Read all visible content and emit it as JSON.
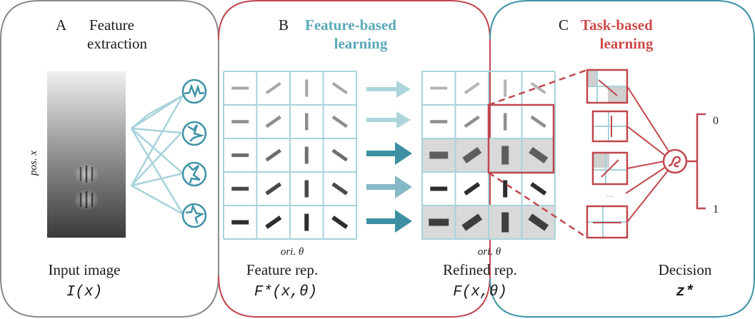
{
  "colors": {
    "panel_a_border": "#8a8a8a",
    "panel_b_border": "#c0474e",
    "panel_c_border": "#3f93a6",
    "grid_teal": "#a8d3da",
    "feature_title_teal": "#5aa9b8",
    "task_title_red": "#d04a4a",
    "red_lines": "#c0474e",
    "circle_teal": "#3f93a6",
    "arrow_dark": "#3d8fa3",
    "arrow_mid": "#86b9c7",
    "arrow_light": "#acd6dc",
    "highlight_gray": "#d9d9d9"
  },
  "panel_a": {
    "letter": "A",
    "title_line1": "Feature",
    "title_line2": "extraction",
    "axis_label": "pos. x",
    "caption": "Input image",
    "formula": "I(x)"
  },
  "panel_b": {
    "letter": "B",
    "title_line1": "Feature-based",
    "title_line2": "learning",
    "grid1_axis": "ori. θ",
    "grid1_caption": "Feature rep.",
    "grid1_formula": "F*(x,θ)",
    "grid2_axis": "ori. θ",
    "grid2_caption": "Refined rep.",
    "grid2_formula": "F(x,θ)"
  },
  "panel_c": {
    "letter": "C",
    "title_line1": "Task-based",
    "title_line2": "learning",
    "ellipsis": "...",
    "output_top": "0",
    "output_bottom": "1",
    "caption": "Decision",
    "formula": "z*"
  },
  "icons": [
    "filter-icon",
    "filter-icon",
    "filter-icon",
    "filter-icon",
    "sigmoid-icon"
  ]
}
